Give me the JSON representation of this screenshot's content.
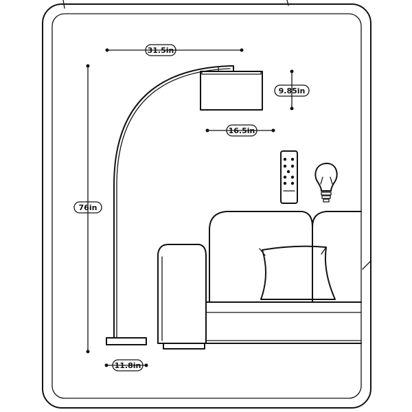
{
  "dimensions": {
    "arm_reach": "31.5in",
    "shade_height": "9.85in",
    "shade_width": "16.5in",
    "total_height": "76in",
    "base_width": "11.8in"
  },
  "icons": {
    "remote": "remote-control-icon",
    "bulb": "light-bulb-icon"
  }
}
